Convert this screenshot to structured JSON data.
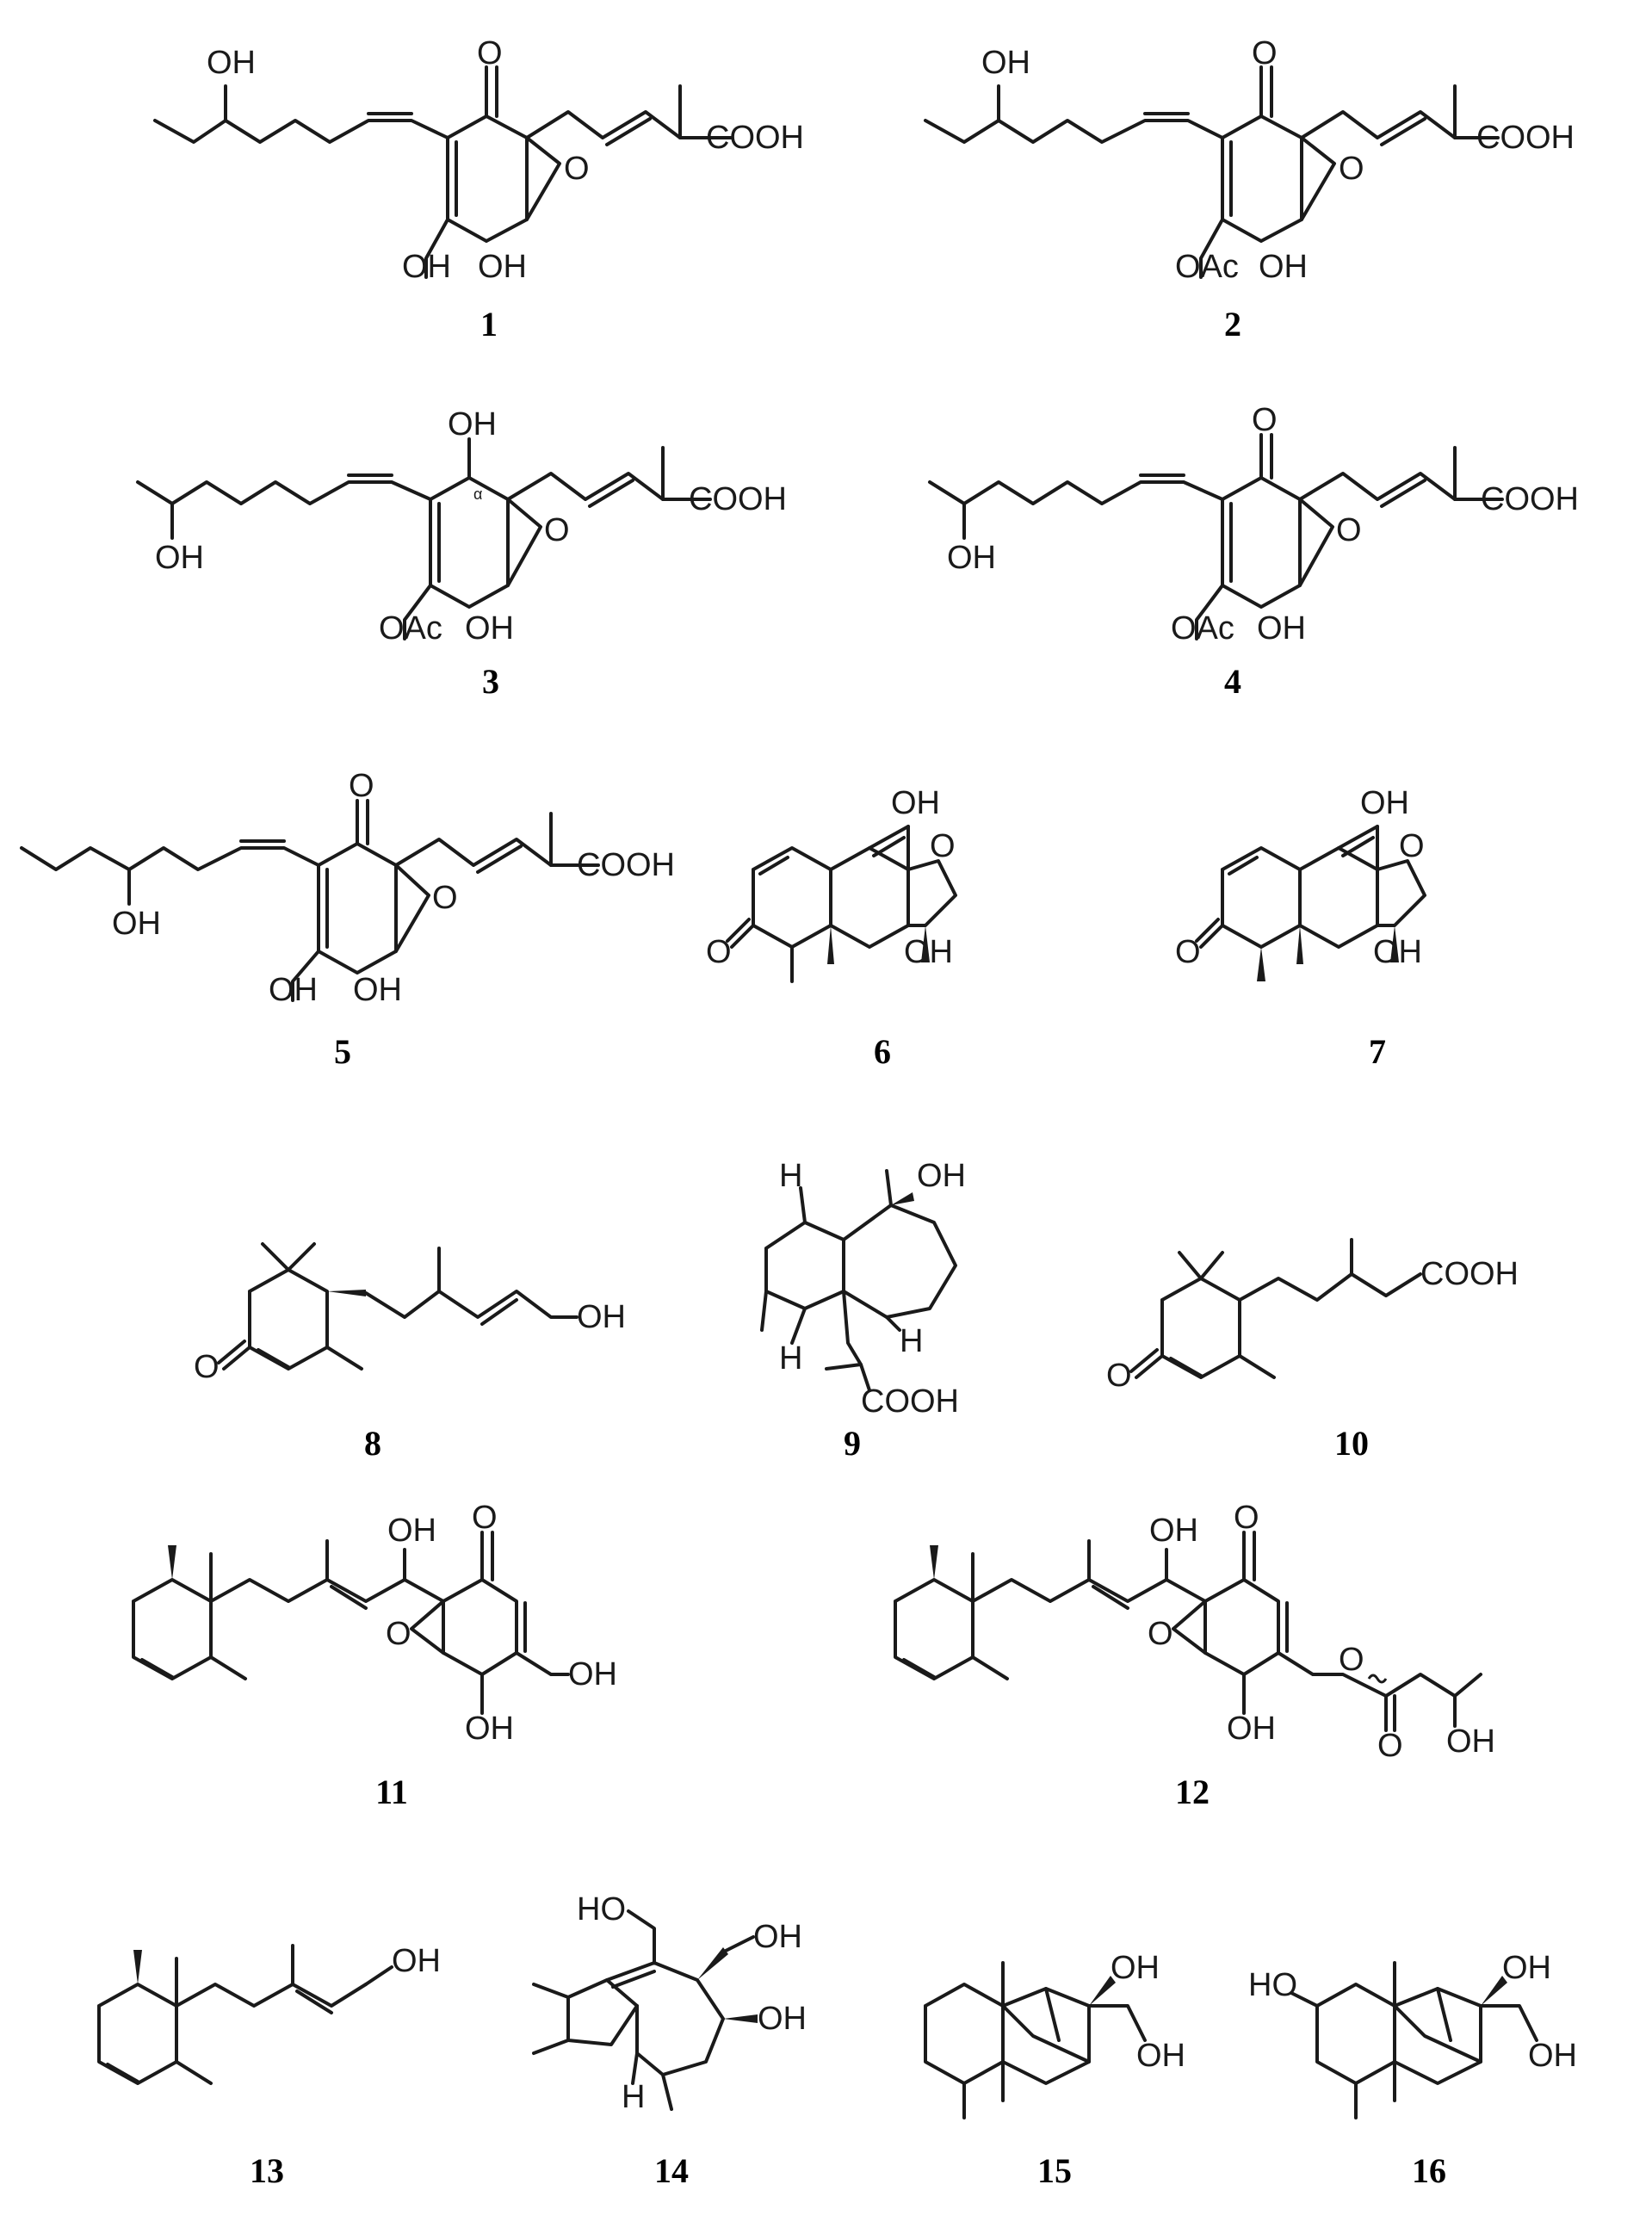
{
  "compounds": [
    {
      "number": "1",
      "groups": [
        "OH",
        "O",
        "COOH",
        "O",
        "OH",
        "OH"
      ]
    },
    {
      "number": "2",
      "groups": [
        "OH",
        "O",
        "COOH",
        "O",
        "OAc",
        "OH"
      ]
    },
    {
      "number": "3",
      "groups": [
        "OH",
        "α",
        "COOH",
        "O",
        "OH",
        "OAc",
        "OH"
      ]
    },
    {
      "number": "4",
      "groups": [
        "O",
        "COOH",
        "O",
        "OH",
        "OAc",
        "OH"
      ]
    },
    {
      "number": "5",
      "groups": [
        "O",
        "COOH",
        "O",
        "OH",
        "OH",
        "OH"
      ]
    },
    {
      "number": "6",
      "groups": [
        "OH",
        "O",
        "O",
        "OH"
      ]
    },
    {
      "number": "7",
      "groups": [
        "OH",
        "O",
        "O",
        "OH"
      ]
    },
    {
      "number": "8",
      "groups": [
        "OH",
        "O"
      ]
    },
    {
      "number": "9",
      "groups": [
        "H",
        "OH",
        "H",
        "H",
        "COOH"
      ]
    },
    {
      "number": "10",
      "groups": [
        "COOH",
        "O"
      ]
    },
    {
      "number": "11",
      "groups": [
        "OH",
        "O",
        "O",
        "OH",
        "OH"
      ]
    },
    {
      "number": "12",
      "groups": [
        "OH",
        "O",
        "O",
        "O",
        "OH",
        "O",
        "OH"
      ]
    },
    {
      "number": "13",
      "groups": [
        "OH"
      ]
    },
    {
      "number": "14",
      "groups": [
        "HO",
        "OH",
        "OH",
        "H"
      ]
    },
    {
      "number": "15",
      "groups": [
        "OH",
        "OH"
      ]
    },
    {
      "number": "16",
      "groups": [
        "HO",
        "OH",
        "OH"
      ]
    }
  ]
}
